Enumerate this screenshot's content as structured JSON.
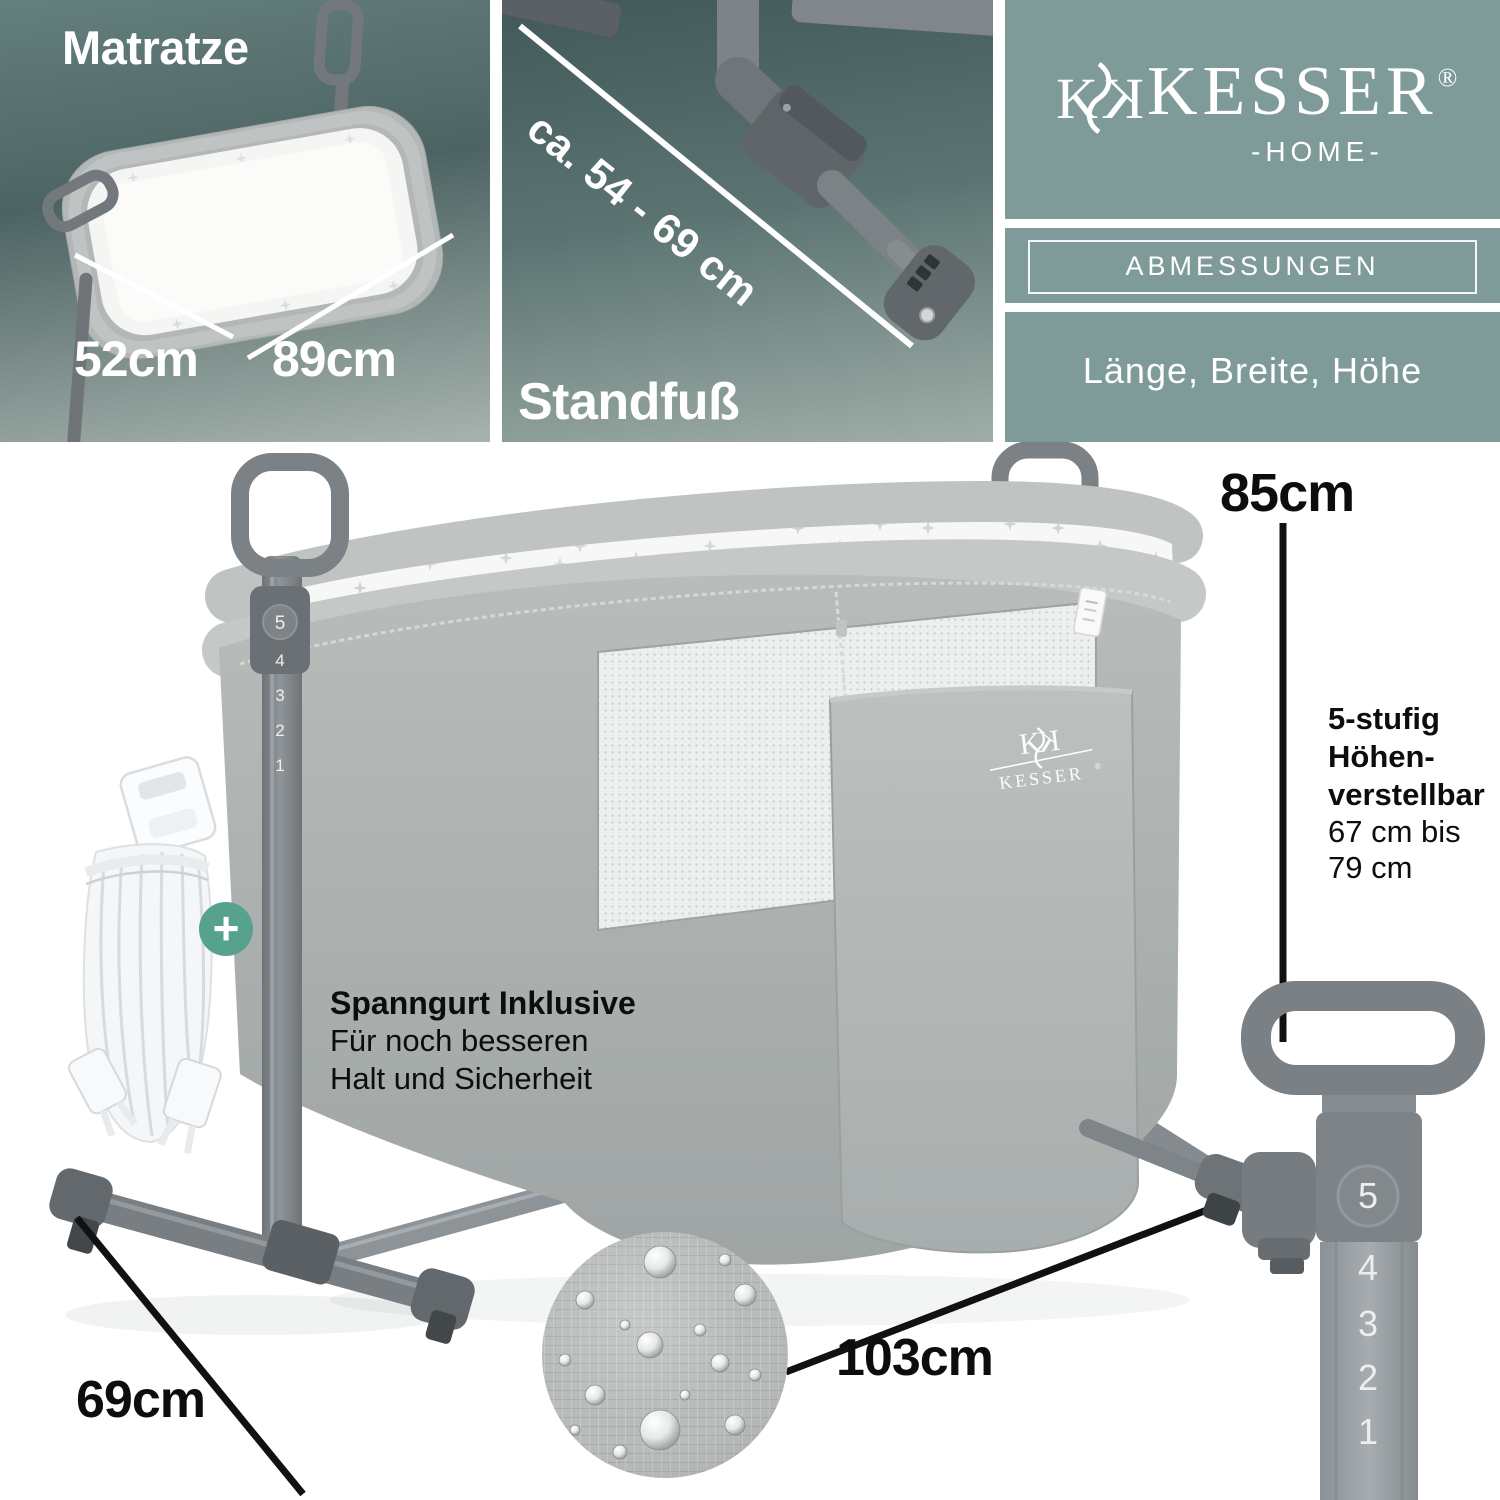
{
  "panel_matratze": {
    "title": "Matratze",
    "width_label": "52cm",
    "length_label": "89cm"
  },
  "panel_standfuss": {
    "title": "Standfuß",
    "range_label": "ca. 54 - 69 cm"
  },
  "panel_brand": {
    "name": "KESSER",
    "registered": "®",
    "home": "-HOME-",
    "section": "ABMESSUNGEN",
    "dims": "Länge, Breite, Höhe",
    "monogram_left": "K",
    "monogram_right": "K"
  },
  "annotations": {
    "height": "85cm",
    "adjust_line1": "5-stufig",
    "adjust_line2": "Höhen-",
    "adjust_line3": "verstellbar",
    "adjust_line4": "67 cm bis",
    "adjust_line5": "79 cm",
    "strap_line1": "Spanngurt Inklusive",
    "strap_line2": "Für noch besseren",
    "strap_line3": "Halt und Sicherheit",
    "length": "103cm",
    "width": "69cm",
    "plus": "+"
  },
  "pole_scale": {
    "s5": "5",
    "s4": "4",
    "s3": "3",
    "s2": "2",
    "s1": "1"
  },
  "crib_brand": {
    "name": "KESSER",
    "registered": "®",
    "monogram_left": "K",
    "monogram_right": "K"
  },
  "colors": {
    "panel_teal": "#7E9B99",
    "accent_green": "#57a28c",
    "text_dark": "#0d0d0d",
    "fabric_grey": "#b0b5b4",
    "frame_grey": "#787e82"
  }
}
